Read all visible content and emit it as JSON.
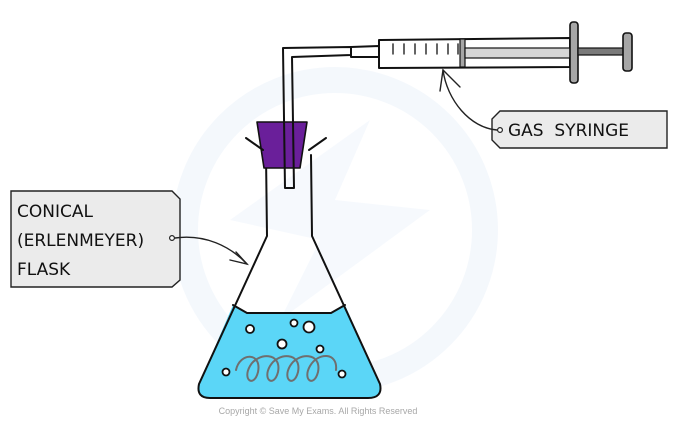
{
  "diagram": {
    "title": "Conical flask connected to a gas syringe",
    "labels": {
      "flask": {
        "lines": [
          "CONICAL",
          "(ERLENMEYER)",
          "FLASK"
        ]
      },
      "syringe": {
        "text": "GAS  SYRINGE"
      }
    },
    "copyright": "Copyright © Save My Exams. All Rights Reserved",
    "colors": {
      "liquid": "#5bd6f7",
      "stopper": "#6a1f9a",
      "label_fill": "#ebebeb",
      "plunger": "#a6a6a6",
      "coil": "#6f6f6f",
      "watermark": "#eef4fb"
    },
    "components": [
      "conical-flask",
      "bung",
      "delivery-tube",
      "gas-syringe",
      "liquid",
      "bubbles",
      "coil"
    ]
  }
}
